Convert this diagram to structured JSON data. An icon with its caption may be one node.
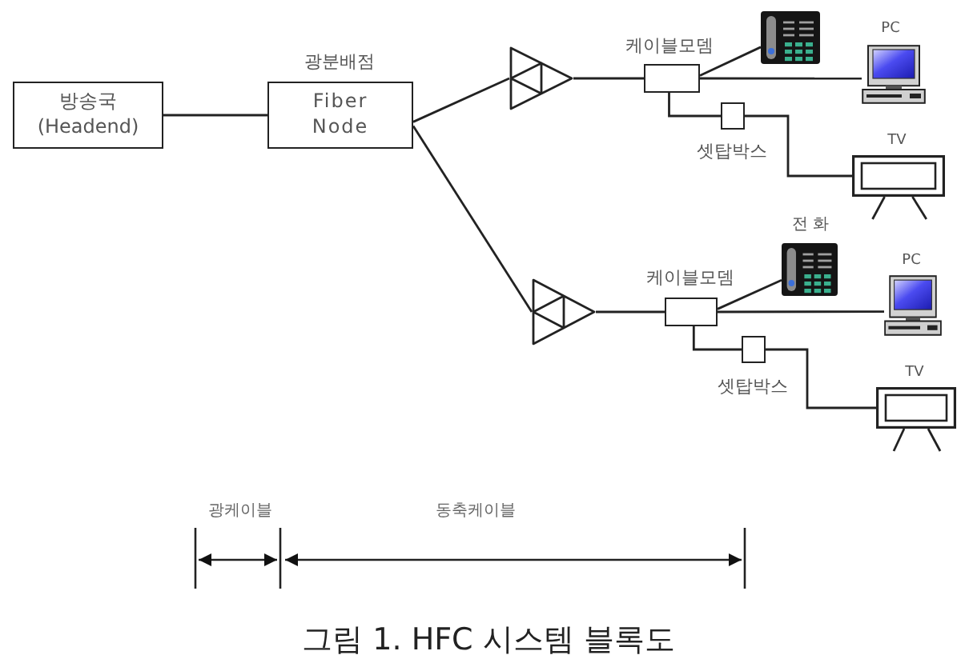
{
  "diagram": {
    "caption": "그림 1. HFC 시스템 블록도",
    "nodes": [
      {
        "text": [
          "방송국",
          "(Headend)"
        ]
      },
      {
        "text": [
          "광분배점",
          "Fiber Node"
        ]
      },
      {
        "text": [],
        "shape": "triangle"
      },
      {
        "text": [],
        "shape": "triangle"
      },
      {
        "text": [
          "케이블모뎀"
        ]
      },
      {
        "text": [],
        "shape": "picture"
      },
      {
        "text": [
          "PC"
        ]
      },
      {
        "text": [
          "셋탑박스"
        ]
      },
      {
        "text": [
          "TV"
        ]
      },
      {
        "text": [
          "케이블모뎀"
        ]
      },
      {
        "text": [
          "전 화"
        ]
      },
      {
        "text": [
          "PC"
        ]
      },
      {
        "text": [
          "셋탑박스"
        ]
      },
      {
        "text": [
          "TV"
        ]
      }
    ],
    "edges": [
      {
        "from": 0,
        "to": 1,
        "arrow": "none"
      },
      {
        "from": 1,
        "to": 2,
        "arrow": "none"
      },
      {
        "from": 1,
        "to": 3,
        "arrow": "none"
      },
      {
        "from": 2,
        "to": 4,
        "arrow": "none"
      },
      {
        "from": 4,
        "to": 5,
        "arrow": "none"
      },
      {
        "from": 4,
        "to": 6,
        "arrow": "none"
      },
      {
        "from": 4,
        "to": 7,
        "arrow": "none"
      },
      {
        "from": 7,
        "to": 8,
        "arrow": "none"
      },
      {
        "from": 3,
        "to": 9,
        "arrow": "none"
      },
      {
        "from": 9,
        "to": 10,
        "arrow": "none"
      },
      {
        "from": 9,
        "to": 11,
        "arrow": "none"
      },
      {
        "from": 9,
        "to": 12,
        "arrow": "none"
      },
      {
        "from": 12,
        "to": 13,
        "arrow": "none"
      }
    ],
    "labels": [
      "광케이블",
      "동축케이블"
    ]
  }
}
